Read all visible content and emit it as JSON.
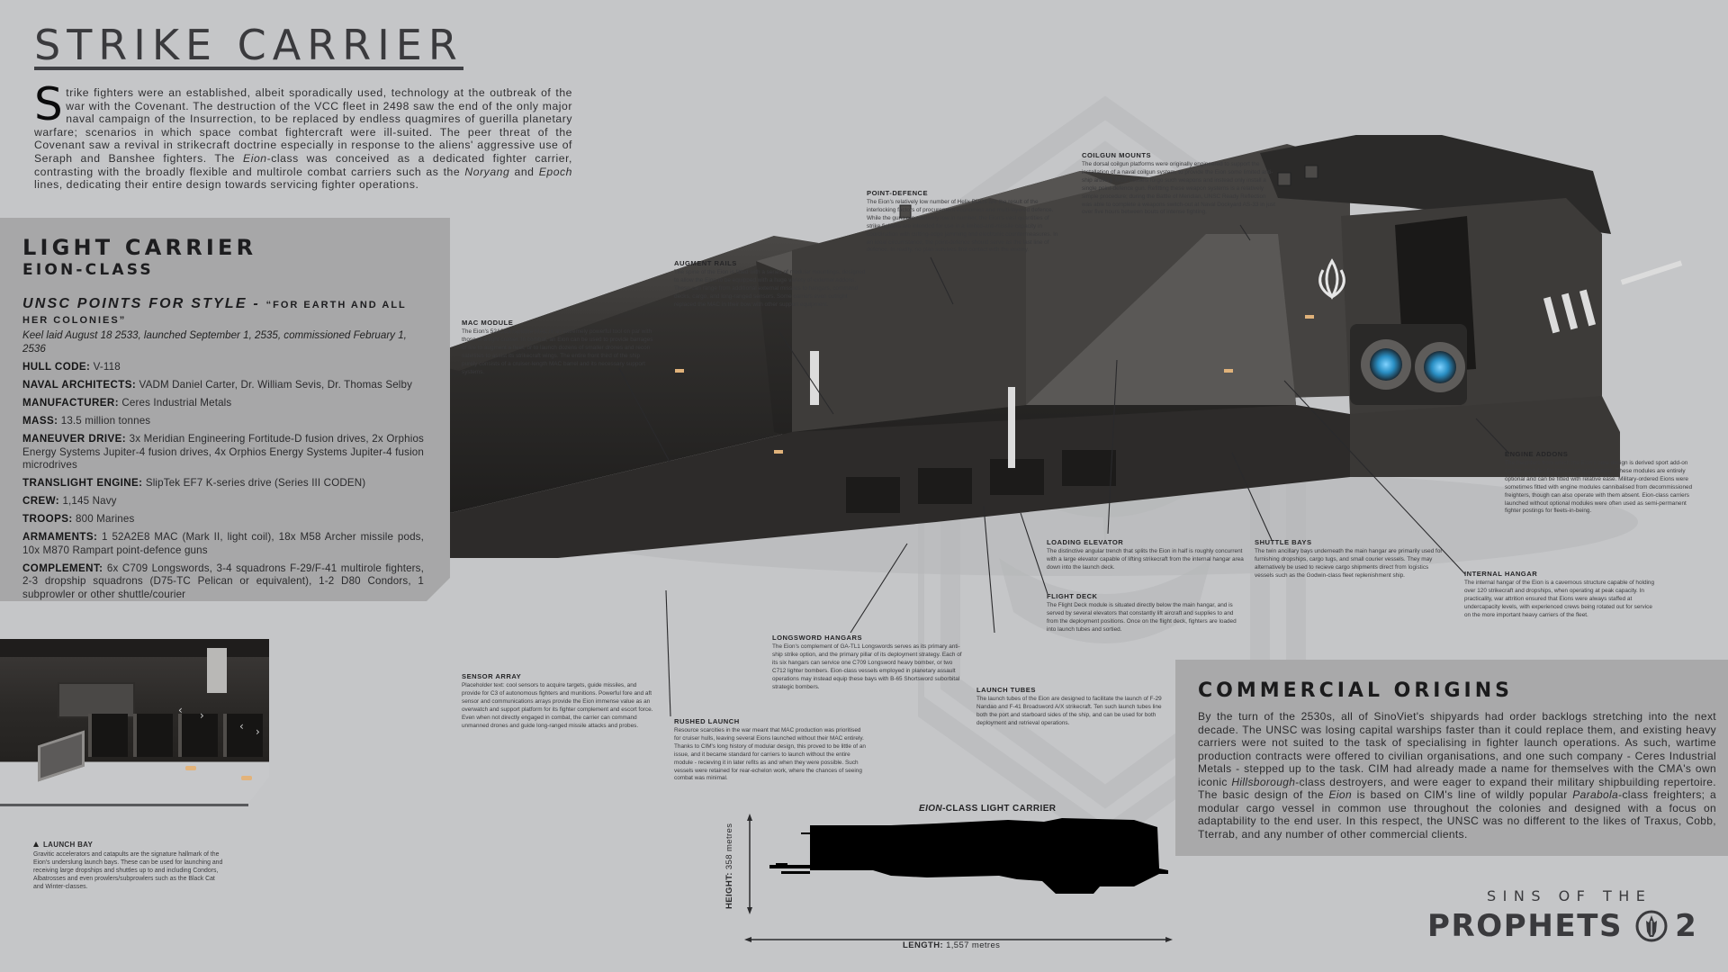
{
  "page": {
    "title": "STRIKE CARRIER",
    "intro": {
      "dropcap": "S",
      "text_1": "trike fighters were an established, albeit sporadically used, technology at the outbreak of the war with the Covenant. The destruction of the VCC fleet in 2498 saw the end of the only major naval campaign of the Insurrection, to be replaced by endless quagmires of guerilla planetary warfare; scenarios in which space combat fightercraft were ill-suited. The peer threat of the Covenant saw a revival in strikecraft doctrine especially in response to the aliens' aggressive use of Seraph and Banshee fighters. The ",
      "italic_1": "Eion",
      "text_2": "-class was conceived as a dedicated fighter carrier, contrasting with the broadly flexible and multirole combat carriers such as the ",
      "italic_2": "Noryang",
      "text_3": " and ",
      "italic_3": "Epoch",
      "text_4": " lines, dedicating their entire design towards servicing fighter operations."
    }
  },
  "spec_panel": {
    "heading": "LIGHT CARRIER",
    "subheading": "EION-CLASS",
    "motto_main": "UNSC POINTS FOR STYLE - ",
    "motto_quote": "“FOR EARTH AND ALL HER COLONIES”",
    "dates": "Keel laid August 18 2533, launched September 1, 2535, commissioned February 1, 2536",
    "rows": [
      {
        "key": "HULL CODE:",
        "value": " V-118"
      },
      {
        "key": "NAVAL ARCHITECTS:",
        "value": " VADM Daniel Carter, Dr. William Sevis, Dr. Thomas Selby"
      },
      {
        "key": "MANUFACTURER:",
        "value": " Ceres Industrial Metals"
      },
      {
        "key": "MASS:",
        "value": " 13.5 million tonnes"
      },
      {
        "key": "MANEUVER DRIVE:",
        "value": " 3x Meridian Engineering Fortitude-D fusion drives, 2x Orphios Energy Systems Jupiter-4 fusion drives, 4x Orphios Energy Systems Jupiter-4 fusion microdrives"
      },
      {
        "key": "TRANSLIGHT ENGINE:",
        "value": " SlipTek EF7 K-series drive (Series III CODEN)"
      },
      {
        "key": "CREW:",
        "value": " 1,145 Navy"
      },
      {
        "key": "TROOPS:",
        "value": " 800 Marines"
      },
      {
        "key": "ARMAMENTS:",
        "value": " 1 52A2E8 MAC (Mark II, light coil), 18x M58 Archer missile pods, 10x M870 Rampart point-defence guns"
      },
      {
        "key": "COMPLEMENT:",
        "value": " 6x C709 Longswords, 3-4 squadrons F-29/F-41 multirole fighters, 2-3 dropship squadrons (D75-TC Pelican or equivalent), 1-2 D80 Condors, 1 subprowler or other shuttle/courier"
      }
    ]
  },
  "launch_bay": {
    "icon": "triangle-up-icon",
    "heading": "LAUNCH BAY",
    "body": "Gravitic accelerators and catapults are the signature hallmark of the Eion's underslung launch bays. These can be used for launching and receiving large dropships and shuttles up to and including Condors, Albatrosses and even prowlers/subprowlers such as the Black Cat and Winter-classes."
  },
  "callouts": {
    "mac_module": {
      "heading": "MAC MODULE",
      "body": "The Eion's 52A2E8 rapidfire MAC is an extremely powerful tool on par with those of a light cruiser. In combat, an Eion can be used to provide barrages of fire to augment a fleet, or to launch dozens of smaller drones and recon satellites to assist its strikecraft wings. The entire front third of the ship purely consists of a cruiser-length MAC barrel and its necessary support systems."
    },
    "augment_rails": {
      "heading": "AUGMENT RAILS",
      "body": "The spine of the Eion is fitted with a series of modular mountings, designed to allow the Eion to be equipped with a huge variety of external addons. These can range from additional external missiles to hangars, command decks, cargo, and long-ranged sensors. Some carriers even outright replaced the MAC in their bow with other support equipment."
    },
    "point_defence": {
      "heading": "POINT-DEFENCE",
      "body": "The Eion's relatively low number of Helix PDGs are the result of the interlocking factors of procurement economics and multi-layered defence. While the guns are relatively low in number, the Eion's vast quantities of strike fighters are intended  for use in a limited-anti-missile capacity in coordination with cutting-edge jamming and electronic countermeasures. In an ideal circumstance, the point-defence should serve as the last line of defence. In reality, no plan survives first contact with the enemy."
    },
    "coilgun_mounts": {
      "heading": "COILGUN MOUNTS",
      "body": "The dorsal coilgun platforms were originally engineered to support the installation of a naval coilgun system, to provide the Eion some limited anti-ship artillery. Most vessels forgo such weapons and instead only install a single point-defence gun. Refitting these weapon systems is a relatively simple procedure; during the Battle of Meridian, UNSC Ready Reflection was able to complete a weapons switch-out at Naval Dockyard AS-33 in just over five hours between bouts of intense fighting."
    },
    "engine_addons": {
      "heading": "ENGINE ADDONS",
      "body": "The freighters from which the Eion's core design is derived sport add-on engine modules for increased acceleration. These modules are entirely optional and can be fitted with relative ease. Military-ordered Eions were sometimes fitted with engine modules cannibalised from decommissioned freighters, though can also operate with them absent. Eion-class carriers launched without optional modules were often used as semi-permanent fighter postings for fleets-in-being."
    },
    "internal_hangar": {
      "heading": "INTERNAL HANGAR",
      "body": "The internal hangar of the Eion is a cavernous structure capable of holding over 120 strikecraft and dropships, when operating at peak capacity. In practicality, war attrition ensured that Eions were always staffed at undercapacity levels, with experienced crews being rotated out for service on the more important heavy carriers of the fleet."
    },
    "shuttle_bays": {
      "heading": "SHUTTLE BAYS",
      "body": "The twin ancillary bays underneath the main hangar are primarily used for furnishing dropships, cargo tugs, and small courier vessels. They may alternatively be used to recieve cargo shipments direct from logistics vessels such as the Godwin-class fleet replenishment ship."
    },
    "loading_elevator": {
      "heading": "LOADING ELEVATOR",
      "body": "The distinctive angular trench that splits the Eion in half is roughly concurrent with a large elevator capable of lifting strikecraft from the internal hangar area down into the launch deck."
    },
    "flight_deck": {
      "heading": "FLIGHT DECK",
      "body": "The Flight Deck module is situated directly below the main hangar, and is served by several elevators that constantly lift aircraft and supplies to and from the deployment positions. Once on the flight deck, fighters are loaded into launch tubes and sortied."
    },
    "longsword_hangars": {
      "heading": "LONGSWORD HANGARS",
      "body": "The Eion's complement of GA-TL1 Longswords serves as its primary anti-ship strike option, and the primary pillar of its deployment strategy. Each of its six hangars can service one C709 Longsword heavy bomber, or two C712 lighter bombers. Eion-class vessels employed in planetary assault operations may instead equip these bays with B-65 Shortsword suborbital strategic bombers."
    },
    "launch_tubes": {
      "heading": "LAUNCH TUBES",
      "body": "The launch tubes of the Eion are designed to facilitate the launch of F-29 Nandao and F-41 Broadsword A/X strikecraft. Ten such launch tubes line both the port and starboard sides of the ship, and can be used for both deployment and retrieval operations."
    },
    "sensor_array": {
      "heading": "SENSOR ARRAY",
      "body": "Placeholder text: cool sensors to acquire targets, guide missiles, and provide for C3 of autonomous fighters and munitions. Powerful fore and aft sensor and communications arrays provide the Eion immense value as an overwatch and support platform for its fighter complement and escort force. Even when not directly engaged in combat, the carrier can command unmanned drones and guide long-ranged missile attacks and probes."
    },
    "rushed_launch": {
      "heading": "RUSHED LAUNCH",
      "body": "Resource scarcities in the war meant that MAC production was prioritised for cruiser hulls, leaving several Eions launched without their MAC entirely. Thanks to CIM's long history of modular design, this proved to be little of an issue, and it became standard for carriers to launch without the entire module - recieving it in later refits as and when they were possible. Such vessels were retained for rear-echelon work, where the chances of seeing combat was minimal."
    }
  },
  "commercial_origins": {
    "heading": "COMMERCIAL ORIGINS",
    "text_1": "By the turn of the 2530s, all of SinoViet's shipyards had order backlogs stretching into the next decade. The UNSC was losing capital warships faster than it could replace them, and existing heavy carriers were not suited to the task of specialising in fighter launch operations. As such, wartime production contracts were offered to civilian organisations, and one such company - Ceres Industrial Metals - stepped up to the task. CIM had already made a name for themselves with the CMA's own iconic ",
    "italic_1": "Hillsborough",
    "text_2": "-class destroyers, and were eager to expand their military shipbuilding repertoire. The basic design of the ",
    "italic_2": "Eion",
    "text_3": " is based on CIM's line of wildly popular ",
    "italic_3": "Parabola",
    "text_4": "-class freighters; a modular cargo vessel in common use throughout the colonies and designed with a focus on adaptability to the end user. In this respect, the UNSC was no different to the likes of Traxus, Cobb, Tterrab, and any number of other commercial clients."
  },
  "silhouette": {
    "title_italic": "EION",
    "title_rest": "-CLASS LIGHT CARRIER",
    "height_key": "HEIGHT:",
    "height_value": " 358 metres",
    "length_key": "LENGTH:",
    "length_value": " 1,557 metres"
  },
  "brand": {
    "top": "SINS OF THE",
    "word": "PROPHETS",
    "emblem": "covenant-emblem-icon",
    "number": "2"
  },
  "colors": {
    "background": "#c5c6c8",
    "panel": "#a7a7a8",
    "text_dark": "#2b2b2d",
    "hull": "#3a3836",
    "engine_glow": "#2a8fc4"
  }
}
